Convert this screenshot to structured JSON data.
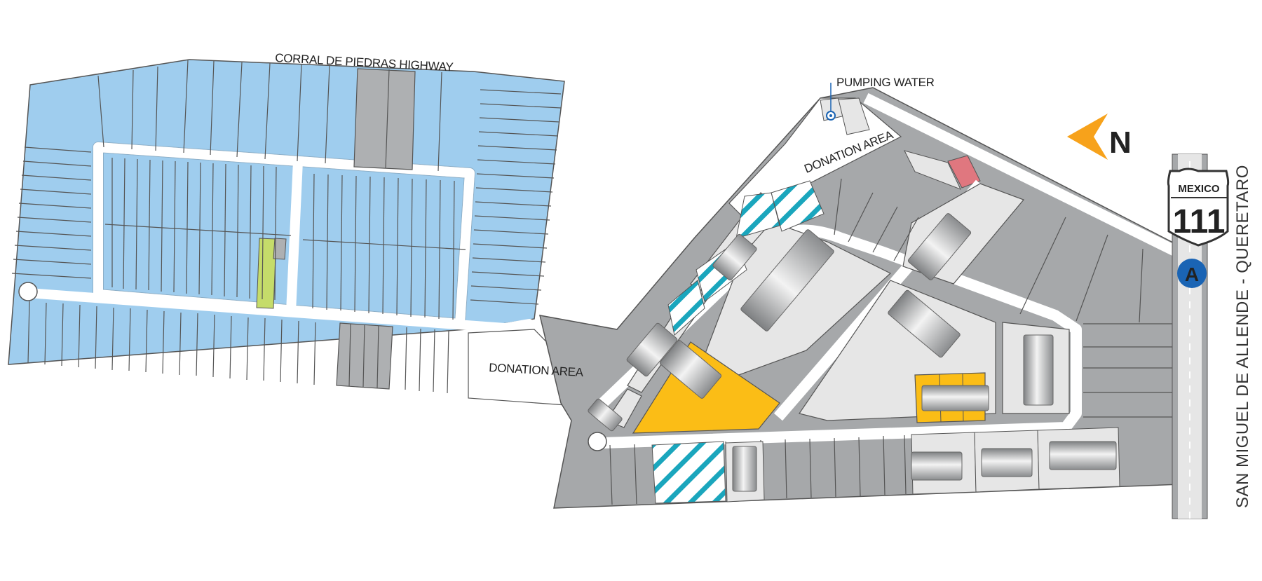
{
  "labels": {
    "corral_highway": "CORRAL DE PIEDRAS HIGHWAY",
    "pumping_water": "PUMPING WATER",
    "donation_area_top": "DONATION AREA",
    "donation_area_mid": "DONATION AREA",
    "road_side": "SAN MIGUEL DE ALLENDE - QUERETARO"
  },
  "shield": {
    "country": "MEXICO",
    "number": "111"
  },
  "compass": {
    "letter": "N"
  },
  "marker": {
    "letter": "A"
  },
  "colors": {
    "residential_lot": "#9fcdee",
    "gray_lot": "#aeb0b2",
    "commercial_lot": "#a6a8aa",
    "available_yellow": "#fbbd16",
    "green_lot": "#c5dc6a",
    "red_lot": "#e0777f",
    "hatch_cyan": "#1aa6bd",
    "marker_blue": "#1a64b4",
    "compass_orange": "#f7a21b",
    "road": "#ffffff"
  }
}
